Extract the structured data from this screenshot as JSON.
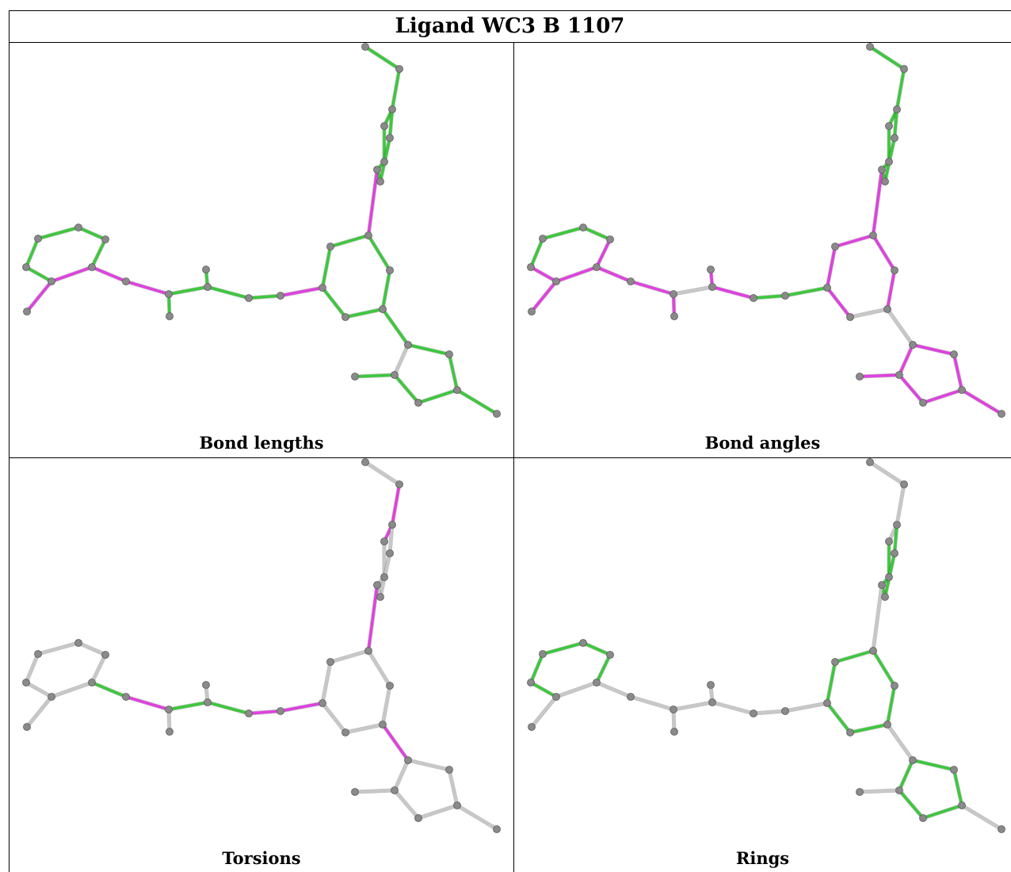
{
  "title": "Ligand WC3 B 1107",
  "panels": [
    {
      "id": "bond-lengths",
      "caption": "Bond lengths"
    },
    {
      "id": "bond-angles",
      "caption": "Bond angles"
    },
    {
      "id": "torsions",
      "caption": "Torsions"
    },
    {
      "id": "rings",
      "caption": "Rings"
    }
  ],
  "colors": {
    "outlier": "#e040e0",
    "ok": "#3cc83c",
    "not_analyzed": "#c8c8c8",
    "atom": "#8a8a8a"
  }
}
